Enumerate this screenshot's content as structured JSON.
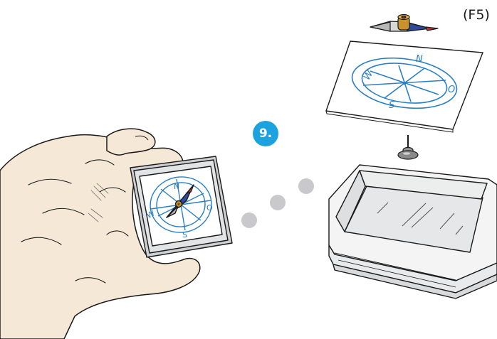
{
  "figure": {
    "label": "(F5)",
    "step_number": "9."
  },
  "compass_labels": {
    "north": "N",
    "south": "S",
    "west": "W",
    "east": "O"
  },
  "colors": {
    "badge": "#1aa3de",
    "compass_ink": "#2b7fc4",
    "dots": "#c9c9cb",
    "needle_blue": "#2e4a9a",
    "needle_red": "#c8323a",
    "needle_gold": "#c8922e"
  },
  "icons": [
    "hand",
    "compass-box",
    "needle-icon",
    "pin-icon",
    "paper-card",
    "plastic-box"
  ]
}
